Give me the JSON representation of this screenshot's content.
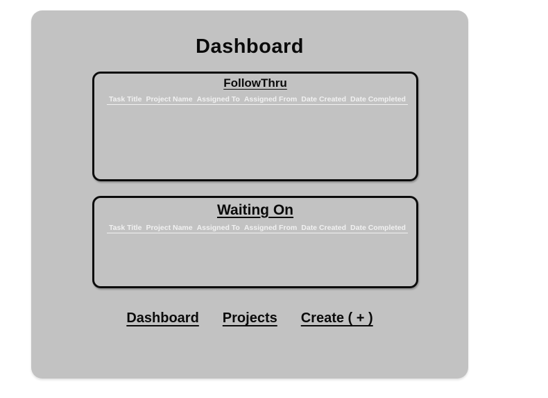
{
  "page": {
    "title": "Dashboard"
  },
  "panels": [
    {
      "id": "followthru",
      "title": "FollowThru",
      "columns": [
        "Task Title",
        "Project Name",
        "Assigned To",
        "Assigned From",
        "Date Created",
        "Date Completed"
      ],
      "rows": []
    },
    {
      "id": "waiting-on",
      "title": "Waiting On",
      "columns": [
        "Task Title",
        "Project Name",
        "Assigned To",
        "Assigned From",
        "Date Created",
        "Date Completed"
      ],
      "rows": []
    }
  ],
  "nav": {
    "items": [
      {
        "label": "Dashboard"
      },
      {
        "label": "Projects"
      },
      {
        "label": "Create ( + )"
      }
    ]
  },
  "colors": {
    "canvas_background": "#c2c2c2",
    "panel_border": "#0c0c0c",
    "column_header_text": "#f1f1f1",
    "text": "#0a0a0a"
  }
}
